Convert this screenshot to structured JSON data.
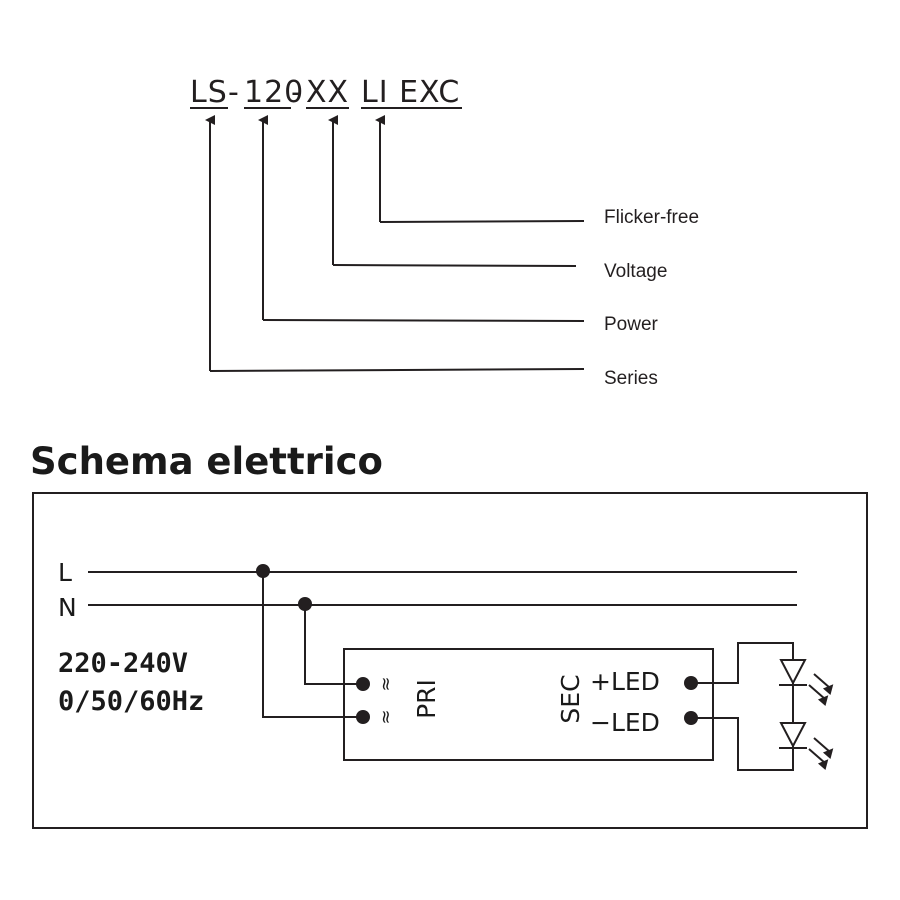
{
  "model": {
    "series": "LS",
    "sep1": "-",
    "power": "120",
    "sep2": "-",
    "voltage": "XX",
    "flicker": "LI EXC"
  },
  "legend": {
    "flicker_free": "Flicker-free",
    "voltage": "Voltage",
    "power": "Power",
    "series": "Series"
  },
  "section_title": "Schema elettrico",
  "schematic": {
    "line_l": "L",
    "line_n": "N",
    "supply_voltage": "220-240V",
    "supply_frequency": "0/50/60Hz",
    "primary_label": "PRI",
    "secondary_label": "SEC",
    "approx_symbol": "≈",
    "led_plus": "+LED",
    "led_minus": "−LED"
  }
}
